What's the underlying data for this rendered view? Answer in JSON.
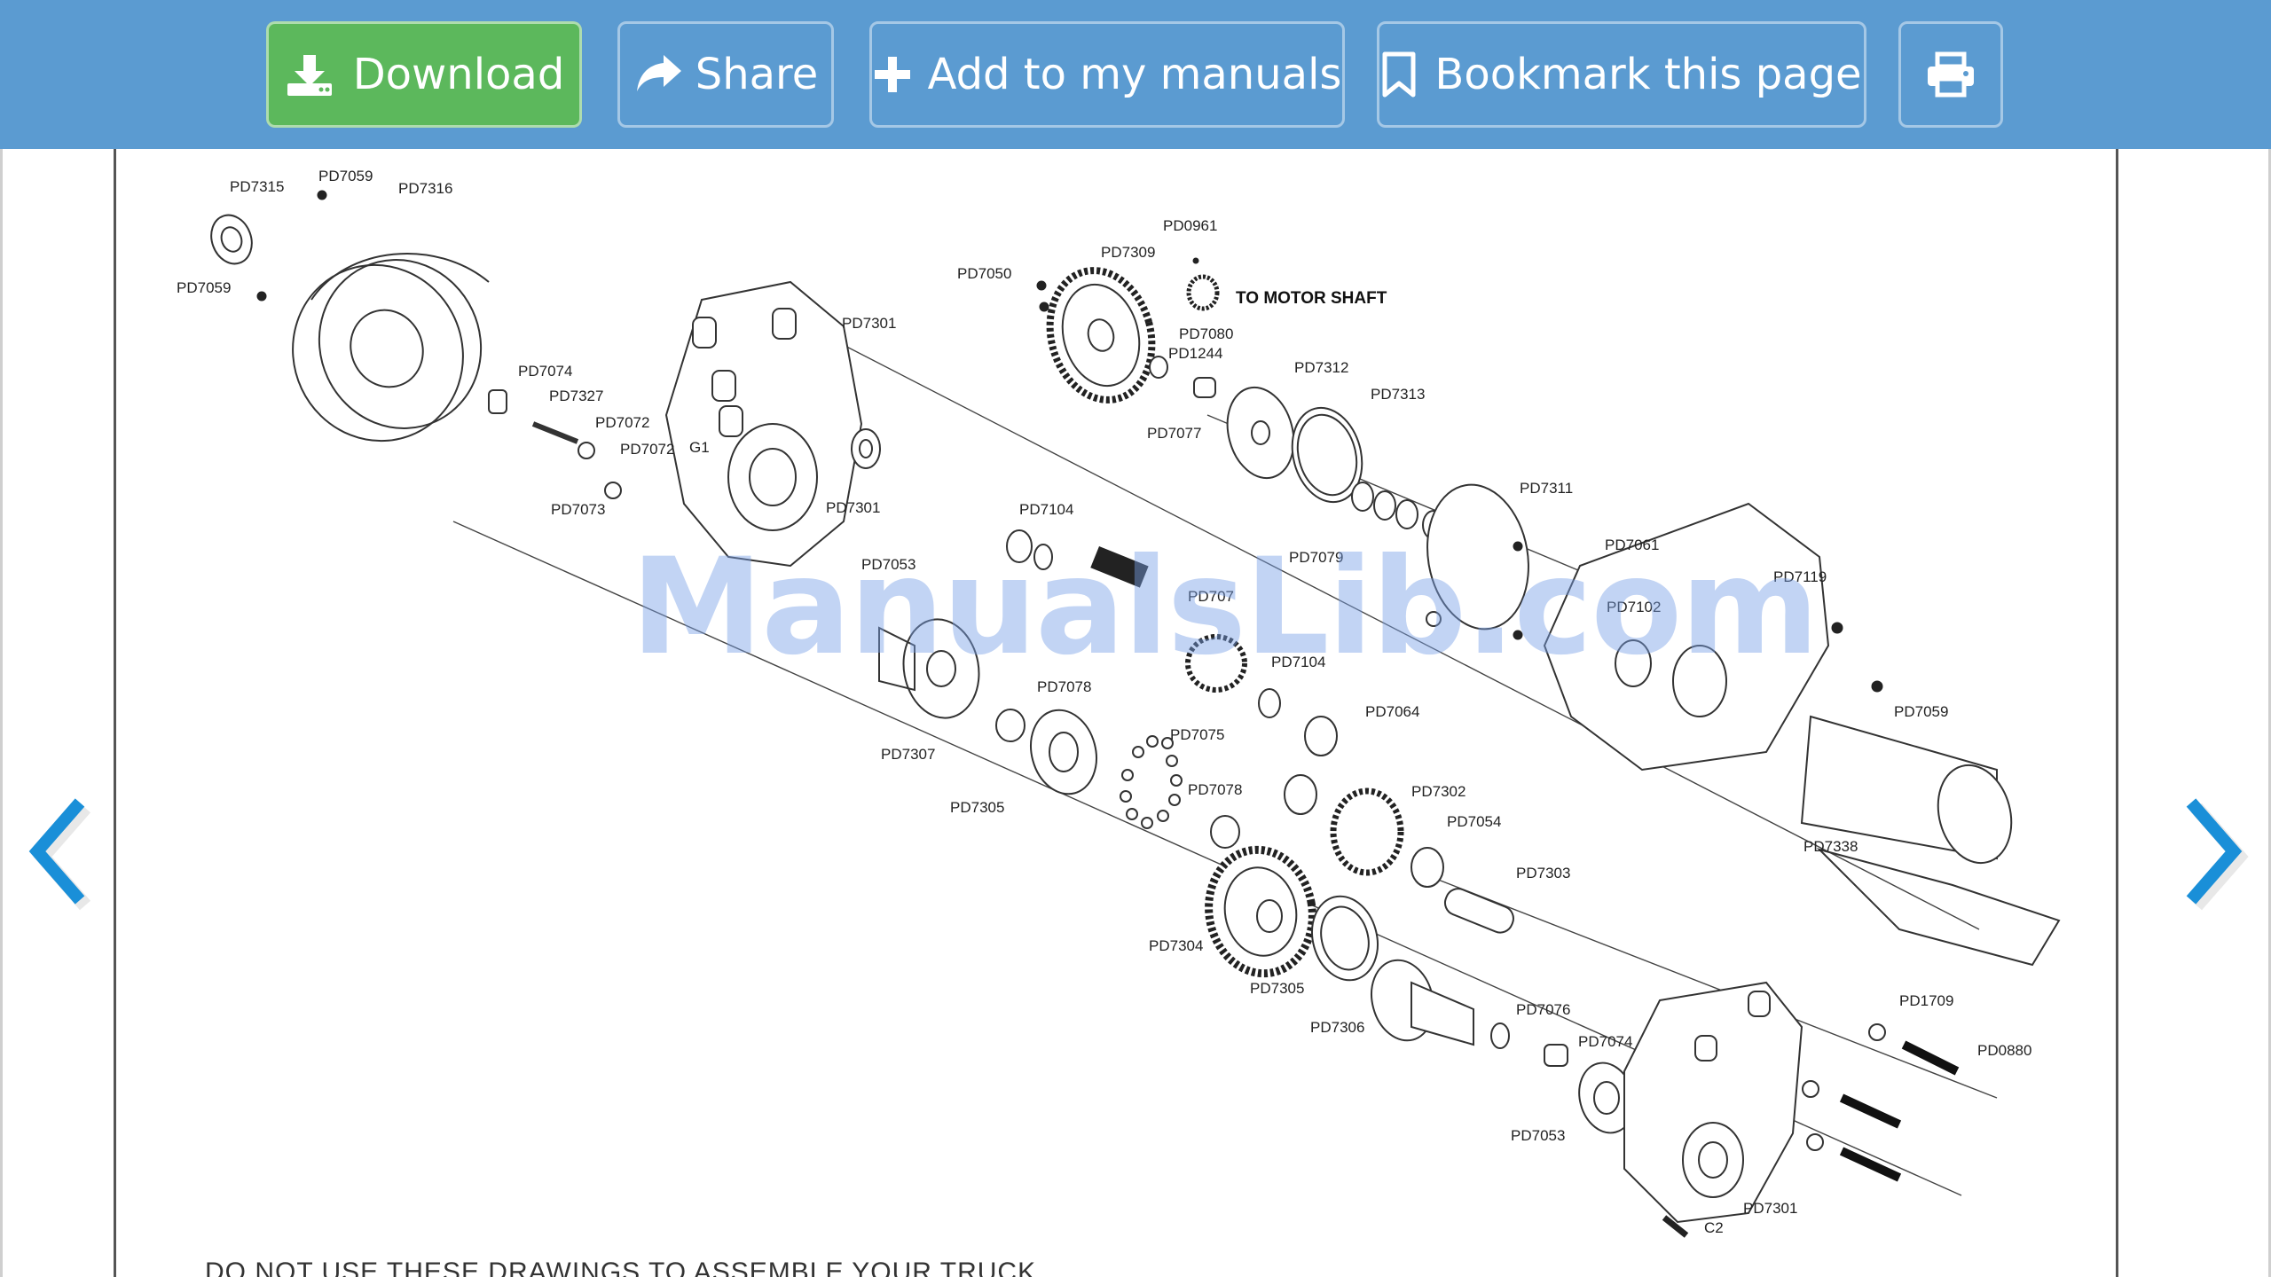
{
  "toolbar": {
    "download_label": "Download",
    "share_label": "Share",
    "add_label": "Add to my manuals",
    "bookmark_label": "Bookmark this page",
    "print_icon": "printer-icon",
    "accent_green": "#5cb85c",
    "bar_color": "#5b9bd1"
  },
  "navigation": {
    "prev_icon": "chevron-left-icon",
    "next_icon": "chevron-right-icon",
    "arrow_color": "#1a8fd8"
  },
  "drawing": {
    "watermark": "ManualsLib.com",
    "motor_note": "TO MOTOR SHAFT",
    "labels": [
      "PD7315",
      "PD7059",
      "PD7316",
      "PD7059",
      "PD7074",
      "PD7327",
      "PD7072",
      "PD7072",
      "G1",
      "PD7073",
      "PD7301",
      "PD7301",
      "PD7050",
      "PD7309",
      "PD0961",
      "PD7080",
      "PD1244",
      "PD7312",
      "PD7313",
      "PD7077",
      "PD7311",
      "PD7104",
      "PD7079",
      "PD7061",
      "PD7119",
      "PD7053",
      "PD707",
      "PD7102",
      "PD7104",
      "PD7078",
      "PD7064",
      "PD7059",
      "PD7307",
      "PD7075",
      "PD7305",
      "PD7078",
      "PD7302",
      "PD7054",
      "PD7338",
      "PD7303",
      "PD7304",
      "PD7305",
      "PD7306",
      "PD7076",
      "PD7074",
      "PD1709",
      "PD0880",
      "PD7053",
      "PD7301",
      "C2"
    ],
    "footnote": "DO NOT USE THESE DRAWINGS TO ASSEMBLE YOUR TRUCK"
  }
}
